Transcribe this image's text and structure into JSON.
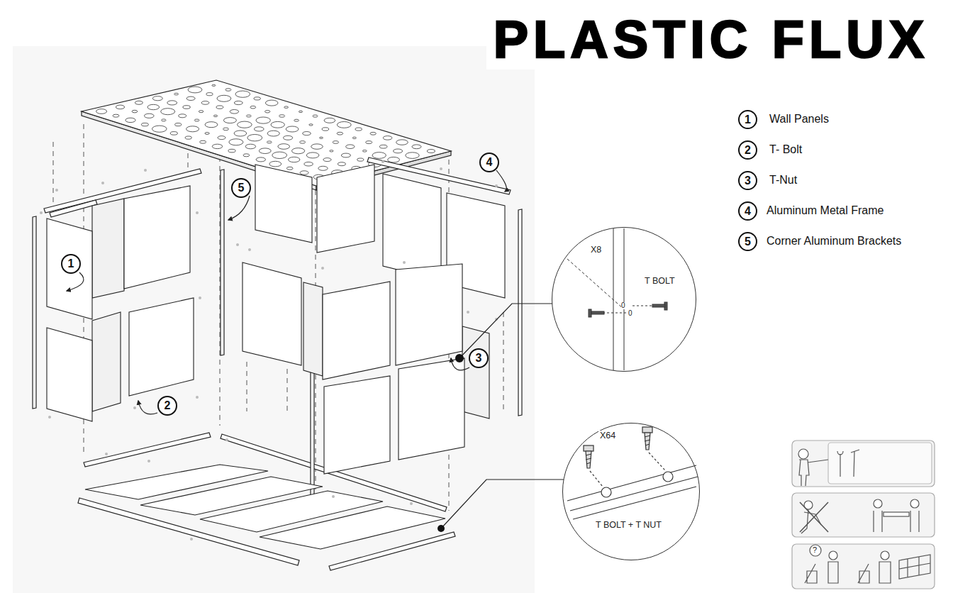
{
  "diagram": {
    "title": "PLASTIC FLUX",
    "nodes": [
      {
        "text": [
          "4"
        ]
      },
      {
        "text": [
          "5"
        ]
      },
      {
        "text": [
          "1"
        ]
      },
      {
        "text": [
          "3"
        ]
      },
      {
        "text": [
          "2"
        ]
      },
      {
        "text": [
          "X8",
          "T BOLT"
        ]
      },
      {
        "text": [
          "X64",
          "T BOLT + T NUT"
        ]
      },
      {
        "text": [
          "1"
        ]
      },
      {
        "text": [
          "2"
        ]
      },
      {
        "text": [
          "3"
        ]
      },
      {
        "text": [
          "4"
        ]
      },
      {
        "text": [
          "5"
        ]
      }
    ],
    "labels": [
      "0",
      "0",
      "?"
    ],
    "legend": [
      {
        "text": "Wall Panels"
      },
      {
        "text": "T- Bolt"
      },
      {
        "text": "T-Nut"
      },
      {
        "text": "Aluminum Metal Frame"
      },
      {
        "text": "Corner Aluminum Brackets"
      }
    ]
  }
}
